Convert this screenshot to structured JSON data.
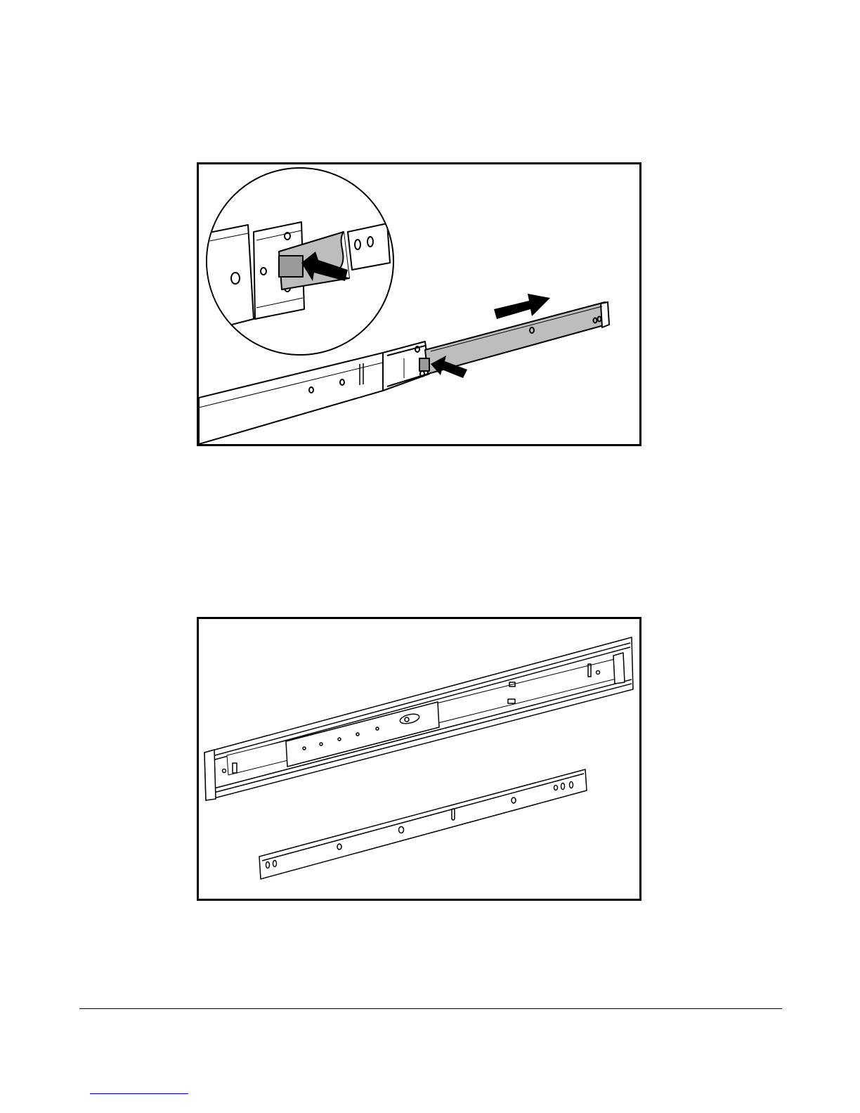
{
  "figures": [
    {
      "id": "figure-1",
      "content": "line-art"
    },
    {
      "id": "figure-2",
      "content": "line-art"
    }
  ],
  "colors": {
    "line": "#000000",
    "shade": "#bdbdbd",
    "background": "#ffffff",
    "link_underline": "#0000cc"
  },
  "icons": [
    "arrow-icon"
  ]
}
